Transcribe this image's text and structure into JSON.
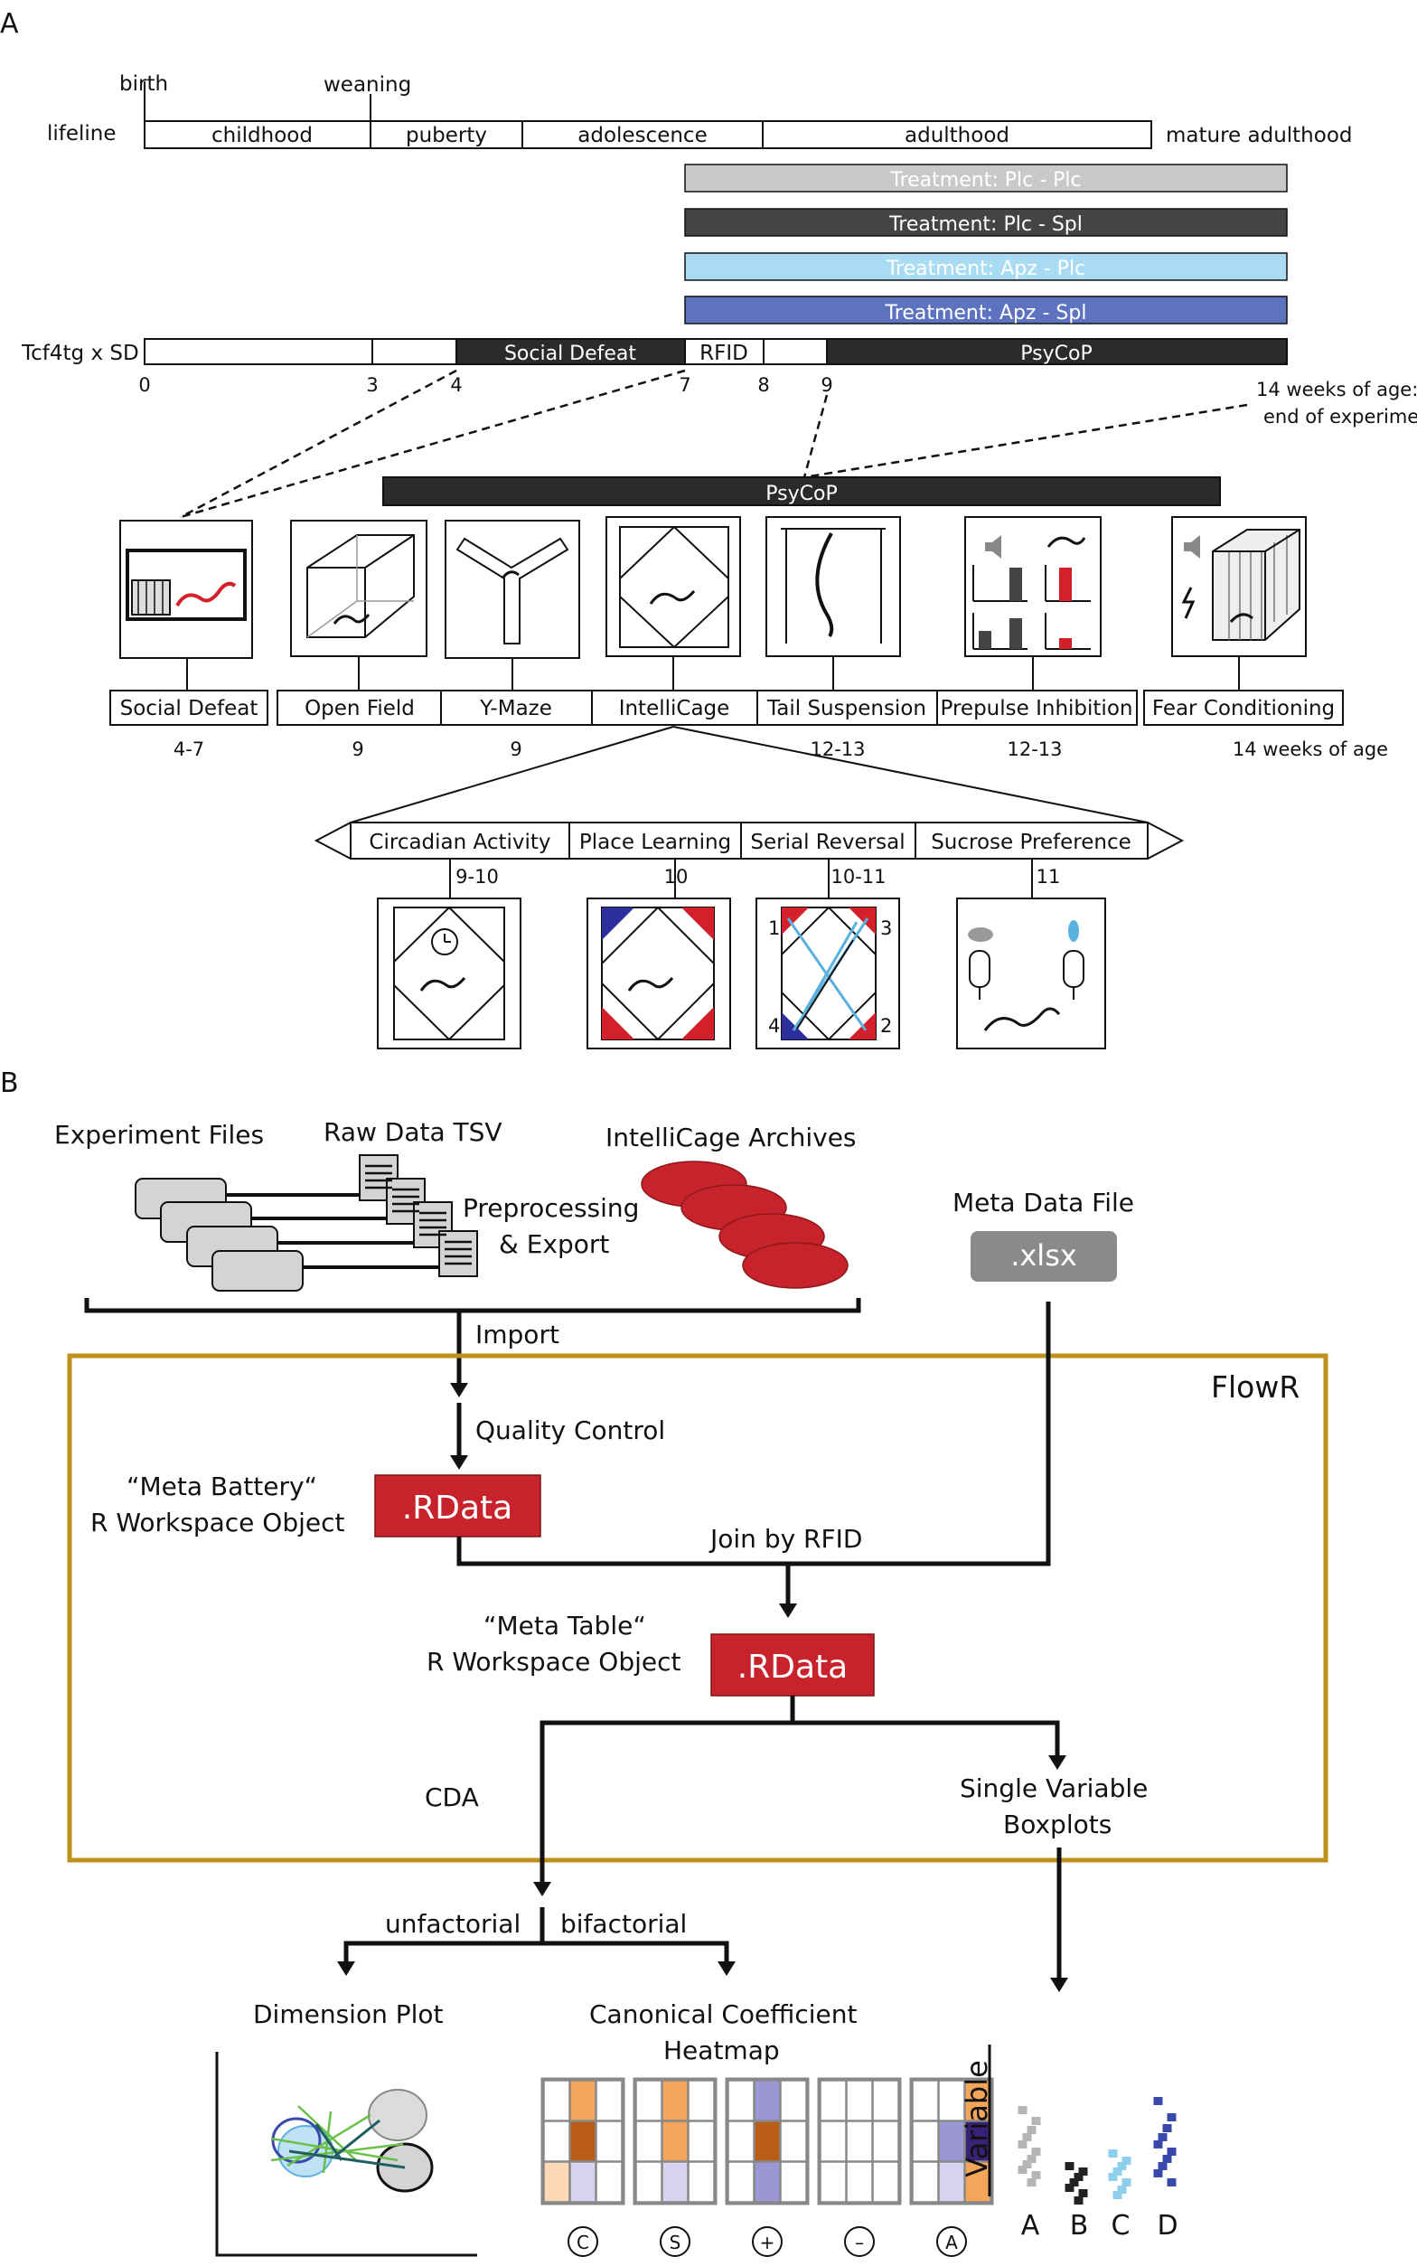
{
  "panel_a": {
    "label": "A",
    "lifeline": {
      "label": "lifeline",
      "marks": [
        "birth",
        "weaning"
      ],
      "stages": [
        "childhood",
        "puberty",
        "adolescence",
        "adulthood"
      ],
      "after": "mature adulthood"
    },
    "treatments": [
      {
        "label": "Treatment: Plc - Plc",
        "color": "#c9c9c9"
      },
      {
        "label": "Treatment: Plc - Spl",
        "color": "#444444"
      },
      {
        "label": "Treatment: Apz - Plc",
        "color": "#a9dcf2"
      },
      {
        "label": "Treatment: Apz - Spl",
        "color": "#5e73c0"
      }
    ],
    "timeline": {
      "label": "Tcf4tg x SD",
      "segments": [
        "Social Defeat",
        "RFID",
        "PsyCoP"
      ],
      "ticks": [
        "0",
        "3",
        "4",
        "7",
        "8",
        "9"
      ],
      "end_note_1": "14 weeks of age:",
      "end_note_2": "end of experiments"
    },
    "psycop_label": "PsyCoP",
    "tests": [
      "Social Defeat",
      "Open Field",
      "Y-Maze",
      "IntelliCage",
      "Tail Suspension",
      "Prepulse Inhibition",
      "Fear Conditioning"
    ],
    "test_weeks": [
      "4-7",
      "9",
      "9",
      "12-13",
      "12-13",
      "14 weeks of age"
    ],
    "intellicage_modules": [
      "Circadian Activity",
      "Place Learning",
      "Serial Reversal",
      "Sucrose Preference"
    ],
    "module_weeks": [
      "9-10",
      "10",
      "10-11",
      "11"
    ],
    "corner_numbers": [
      "1",
      "3",
      "4",
      "2"
    ]
  },
  "panel_b": {
    "label": "B",
    "experiment_files": "Experiment Files",
    "raw_data": "Raw Data TSV",
    "preprocessing_1": "Preprocessing",
    "preprocessing_2": "& Export",
    "archives": "IntelliCage Archives",
    "meta_data_file": "Meta Data File",
    "xlsx": ".xlsx",
    "import": "Import",
    "flowr": "FlowR",
    "quality_control": "Quality Control",
    "meta_battery_1": "“Meta Battery“",
    "meta_battery_2": "R Workspace Object",
    "rdata": ".RData",
    "join": "Join by RFID",
    "meta_table_1": "“Meta Table“",
    "meta_table_2": "R Workspace Object",
    "cda": "CDA",
    "single_1": "Single Variable",
    "single_2": "Boxplots",
    "unfactorial": "unfactorial",
    "bifactorial": "bifactorial",
    "dimension_plot": "Dimension Plot",
    "heatmap_1": "Canonical Coefficient",
    "heatmap_2": "Heatmap",
    "heatmap_symbols": [
      "C",
      "S",
      "+",
      "–",
      "A"
    ],
    "boxplot_ylabel": "Variable",
    "boxplot_groups": [
      "A",
      "B",
      "C",
      "D"
    ],
    "colors": {
      "frame": "#c0901e",
      "rdata": "#c8232c",
      "xlsx": "#8a8a8a",
      "archive": "#c8232c",
      "file": "#d4d4d4"
    }
  }
}
